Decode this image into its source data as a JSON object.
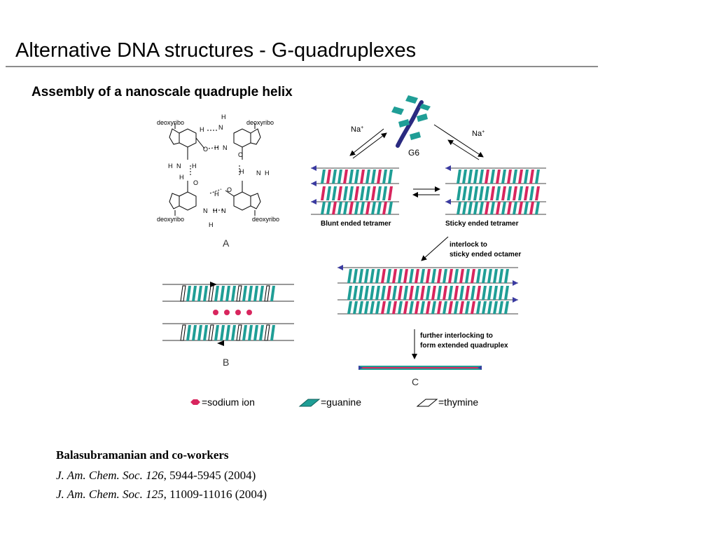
{
  "slide": {
    "title": "Alternative DNA structures - G-quadruplexes",
    "subtitle": "Assembly of a nanoscale quadruple helix"
  },
  "figure": {
    "panelA": {
      "deoxyribo": "deoxyribo",
      "atoms": {
        "H": "H",
        "N": "N",
        "O": "O"
      },
      "label": "A"
    },
    "scheme": {
      "na_left": "Na",
      "na_right": "Na",
      "plus": "+",
      "monomer": "G6",
      "blunt": "Blunt ended tetramer",
      "sticky": "Sticky ended tetramer",
      "interlock_1": "interlock to",
      "interlock_2": "sticky ended octamer",
      "further_1": "further interlocking to",
      "further_2": "form extended quadruplex",
      "label_c": "C"
    },
    "panelB": {
      "label": "B"
    },
    "legend": {
      "sodium": "=sodium ion",
      "guanine": "=guanine",
      "thymine": "=thymine"
    },
    "colors": {
      "guanine": "#1f9e96",
      "sodium": "#d8265e",
      "thymine_fill": "#ffffff",
      "arrow": "#3a3aa0",
      "strand": "#2a2a80"
    }
  },
  "citation": {
    "authors": "Balasubramanian and co-workers",
    "ref1_journal": "J. Am. Chem. Soc. 126",
    "ref1_rest": ", 5944-5945 (2004)",
    "ref2_journal": "J. Am. Chem. Soc. 125",
    "ref2_rest": ", 11009-11016 (2004)"
  }
}
